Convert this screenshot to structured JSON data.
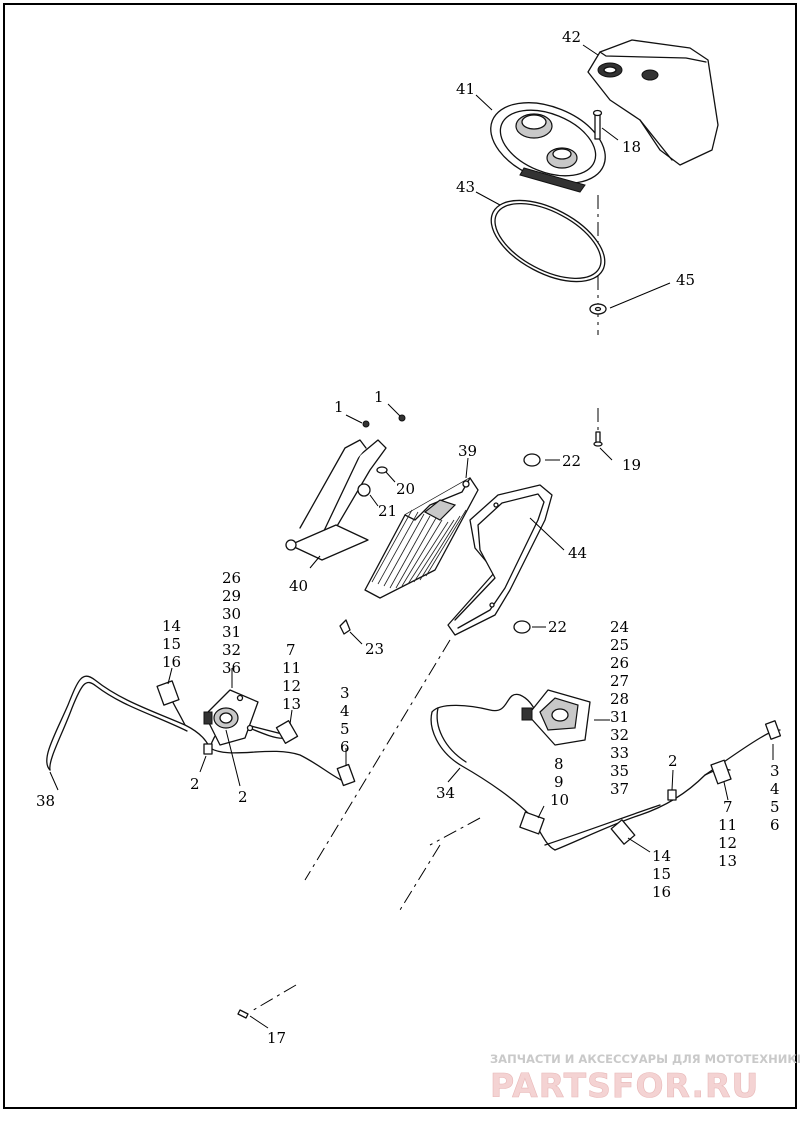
{
  "callouts": [
    {
      "id": "c42",
      "text": "42"
    },
    {
      "id": "c41",
      "text": "41"
    },
    {
      "id": "c18",
      "text": "18"
    },
    {
      "id": "c43",
      "text": "43"
    },
    {
      "id": "c45",
      "text": "45"
    },
    {
      "id": "c1a",
      "text": "1"
    },
    {
      "id": "c1b",
      "text": "1"
    },
    {
      "id": "c39",
      "text": "39"
    },
    {
      "id": "c22a",
      "text": "22"
    },
    {
      "id": "c19",
      "text": "19"
    },
    {
      "id": "c20",
      "text": "20"
    },
    {
      "id": "c21",
      "text": "21"
    },
    {
      "id": "c44",
      "text": "44"
    },
    {
      "id": "c40",
      "text": "40"
    },
    {
      "id": "c22b",
      "text": "22"
    },
    {
      "id": "c23",
      "text": "23"
    },
    {
      "id": "c26a",
      "text": "26"
    },
    {
      "id": "c29",
      "text": "29"
    },
    {
      "id": "c30",
      "text": "30"
    },
    {
      "id": "c31a",
      "text": "31"
    },
    {
      "id": "c32a",
      "text": "32"
    },
    {
      "id": "c36",
      "text": "36"
    },
    {
      "id": "c14a",
      "text": "14"
    },
    {
      "id": "c15a",
      "text": "15"
    },
    {
      "id": "c16a",
      "text": "16"
    },
    {
      "id": "c7a",
      "text": "7"
    },
    {
      "id": "c11a",
      "text": "11"
    },
    {
      "id": "c12a",
      "text": "12"
    },
    {
      "id": "c13a",
      "text": "13"
    },
    {
      "id": "c3a",
      "text": "3"
    },
    {
      "id": "c4a",
      "text": "4"
    },
    {
      "id": "c5a",
      "text": "5"
    },
    {
      "id": "c6a",
      "text": "6"
    },
    {
      "id": "c2a",
      "text": "2"
    },
    {
      "id": "c2b",
      "text": "2"
    },
    {
      "id": "c38",
      "text": "38"
    },
    {
      "id": "c24",
      "text": "24"
    },
    {
      "id": "c25",
      "text": "25"
    },
    {
      "id": "c26b",
      "text": "26"
    },
    {
      "id": "c27",
      "text": "27"
    },
    {
      "id": "c28",
      "text": "28"
    },
    {
      "id": "c31b",
      "text": "31"
    },
    {
      "id": "c32b",
      "text": "32"
    },
    {
      "id": "c33",
      "text": "33"
    },
    {
      "id": "c35",
      "text": "35"
    },
    {
      "id": "c37",
      "text": "37"
    },
    {
      "id": "c8",
      "text": "8"
    },
    {
      "id": "c9",
      "text": "9"
    },
    {
      "id": "c10",
      "text": "10"
    },
    {
      "id": "c34",
      "text": "34"
    },
    {
      "id": "c2c",
      "text": "2"
    },
    {
      "id": "c3b",
      "text": "3"
    },
    {
      "id": "c4b",
      "text": "4"
    },
    {
      "id": "c5b",
      "text": "5"
    },
    {
      "id": "c6b",
      "text": "6"
    },
    {
      "id": "c7b",
      "text": "7"
    },
    {
      "id": "c11b",
      "text": "11"
    },
    {
      "id": "c12b",
      "text": "12"
    },
    {
      "id": "c13b",
      "text": "13"
    },
    {
      "id": "c14b",
      "text": "14"
    },
    {
      "id": "c15b",
      "text": "15"
    },
    {
      "id": "c16b",
      "text": "16"
    },
    {
      "id": "c17",
      "text": "17"
    }
  ],
  "watermark": {
    "tagline": "ЗАПЧАСТИ И АКСЕССУАРЫ ДЛЯ МОТОТЕХНИКИ",
    "brand": "PARTSFOR.RU"
  }
}
